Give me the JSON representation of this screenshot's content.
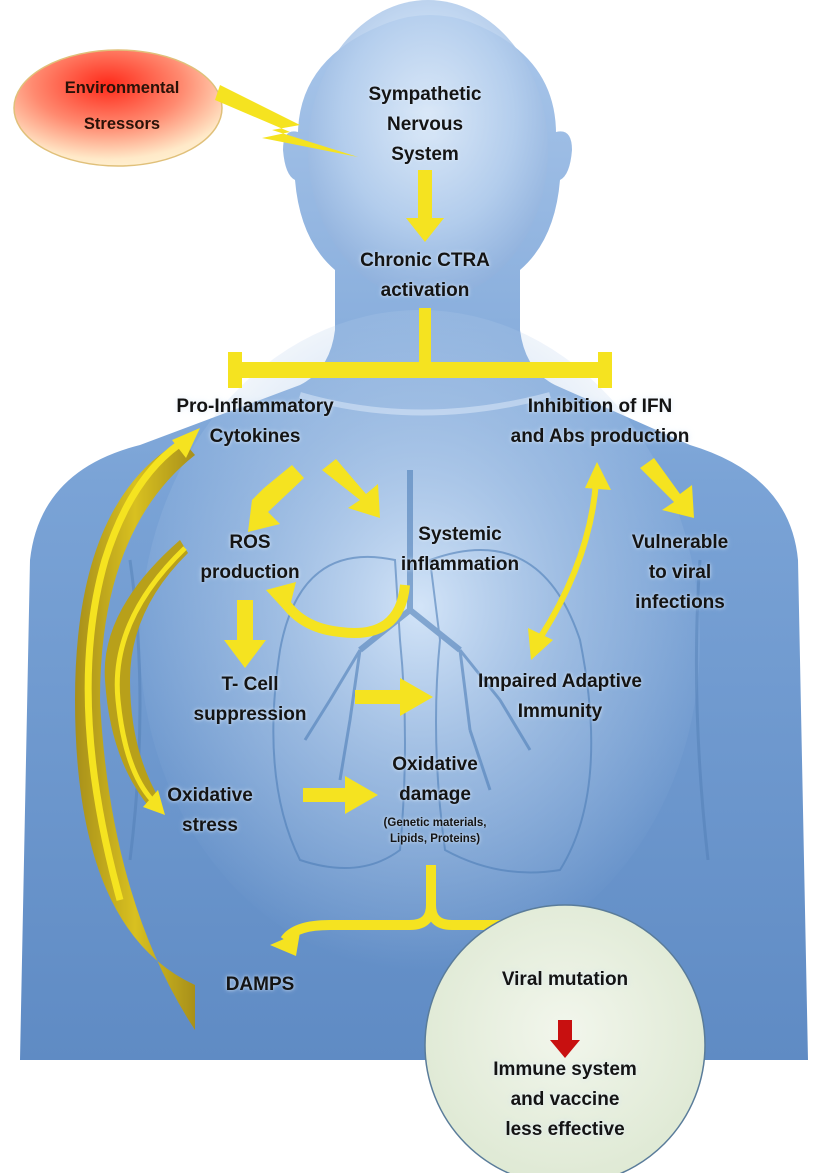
{
  "nodes": {
    "environmental_stressors": [
      "Environmental",
      "Stressors"
    ],
    "sympathetic_nervous_system": [
      "Sympathetic",
      "Nervous",
      "System"
    ],
    "chronic_ctra_activation": [
      "Chronic CTRA",
      "activation"
    ],
    "pro_inflammatory_cytokines": [
      "Pro-Inflammatory",
      "Cytokines"
    ],
    "inhibition_ifn_abs": [
      "Inhibition of IFN",
      "and Abs production"
    ],
    "ros_production": [
      "ROS",
      "production"
    ],
    "systemic_inflammation": [
      "Systemic",
      "inflammation"
    ],
    "vulnerable_viral": [
      "Vulnerable",
      "to viral",
      "infections"
    ],
    "t_cell_suppression": [
      "T- Cell",
      "suppression"
    ],
    "impaired_adaptive_immunity": [
      "Impaired Adaptive",
      "Immunity"
    ],
    "oxidative_stress": [
      "Oxidative",
      "stress"
    ],
    "oxidative_damage": [
      "Oxidative",
      "damage"
    ],
    "oxidative_damage_detail": [
      "(Genetic materials,",
      "Lipids, Proteins)"
    ],
    "damps": [
      "DAMPS"
    ],
    "viral_mutation": [
      "Viral mutation"
    ],
    "immune_vaccine": [
      "Immune system",
      "and vaccine",
      "less effective"
    ]
  },
  "colors": {
    "arrow_yellow": "#f7e81a",
    "arrow_olive": "#b8a01a",
    "body_blue": "#5f8bc4",
    "body_highlight": "#cfe2f7",
    "outcome_circle": "#e7eedc",
    "down_arrow_red": "#d01010",
    "stressor_oval_top": "#f4483a",
    "stressor_oval_bottom": "#fff4c8"
  },
  "icons": [
    "human-body-silhouette",
    "lungs-illustration",
    "lightning-bolt-arrow",
    "down-arrow-red"
  ]
}
